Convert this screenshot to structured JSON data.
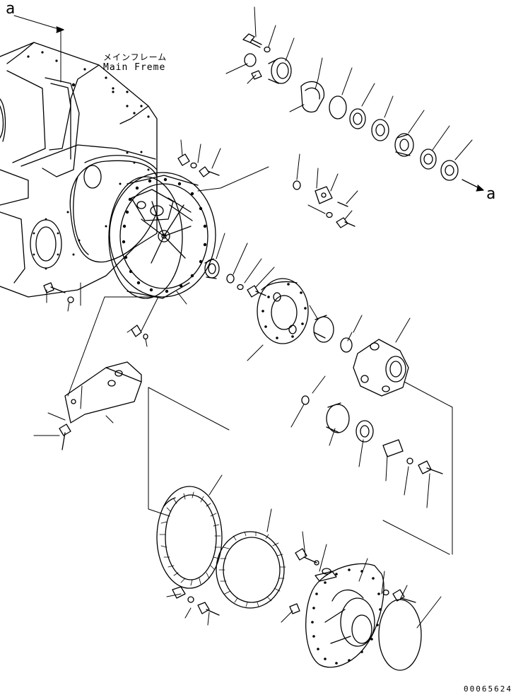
{
  "diagram": {
    "reference_marks": {
      "top_left": "a",
      "right": "a"
    },
    "main_frame_label": {
      "japanese": "メインフレーム",
      "english": "Main Freme"
    },
    "drawing_number": "00065624"
  }
}
